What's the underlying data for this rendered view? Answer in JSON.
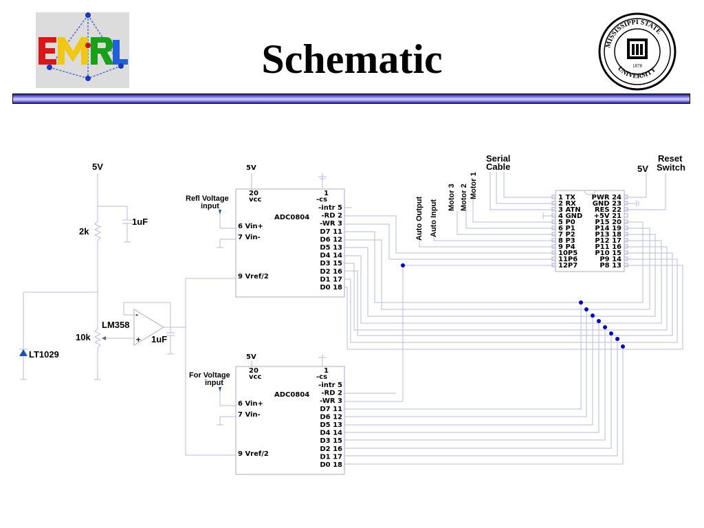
{
  "title": "Schematic",
  "logos": {
    "left_text": "EMRL",
    "right_text": "MISSISSIPPI STATE UNIVERSITY 1878"
  },
  "colors": {
    "wire": "#b9b9e2",
    "node": "#0000cc",
    "banner_dark": "#1d1b92"
  },
  "left_circuit": {
    "supply": "5V",
    "r_top": "2k",
    "cap_top": "1uF",
    "opamp": "LM358",
    "pot": "10k",
    "cap_out": "1uF",
    "ref": "LT1029"
  },
  "adc_top": {
    "supply": "5V",
    "input_label": "Refl Voltage input",
    "chip": "ADC0804",
    "vcc": "20\nvcc",
    "cs": "1\n-cs",
    "left_pins": [
      "6 Vin+",
      "7 Vin-",
      "9 Vref/2"
    ],
    "right_pins": [
      "-intr 5",
      "-RD 2",
      "-WR 3",
      "D7 11",
      "D6 12",
      "D5 13",
      "D4 14",
      "D3 15",
      "D2 16",
      "D1 17",
      "D0 18"
    ]
  },
  "adc_bottom": {
    "supply": "5V",
    "input_label": "For Voltage input",
    "chip": "ADC0804",
    "vcc": "20\nvcc",
    "cs": "1\n-cs",
    "left_pins": [
      "6 Vin+",
      "7 Vin-",
      "9 Vref/2"
    ],
    "right_pins": [
      "-intr 5",
      "-RD 2",
      "-WR 3",
      "D7 11",
      "D6 12",
      "D5 13",
      "D4 14",
      "D3 15",
      "D2 16",
      "D1 17",
      "D0 18"
    ]
  },
  "controller": {
    "left_pins": [
      "1  TX",
      "2  RX",
      "3  ATN",
      "4  GND",
      "5  P0",
      "6  P1",
      "7  P2",
      "8  P3",
      "9  P4",
      "10P5",
      "11P6",
      "12P7"
    ],
    "right_pins": [
      "PWR 24",
      "GND 23",
      "RES  22",
      "+5V  21",
      "P15  20",
      "P14  19",
      "P13  18",
      "P12  17",
      "P11  16",
      "P10  15",
      "P9      14",
      "P8      13"
    ]
  },
  "signals": {
    "serial": "Serial\nCable",
    "reset": "Reset\nSwitch",
    "supply": "5V",
    "vertical": [
      "Auto Output",
      "Auto Input",
      "Motor 3",
      "Motor 2",
      "Motor 1"
    ]
  }
}
